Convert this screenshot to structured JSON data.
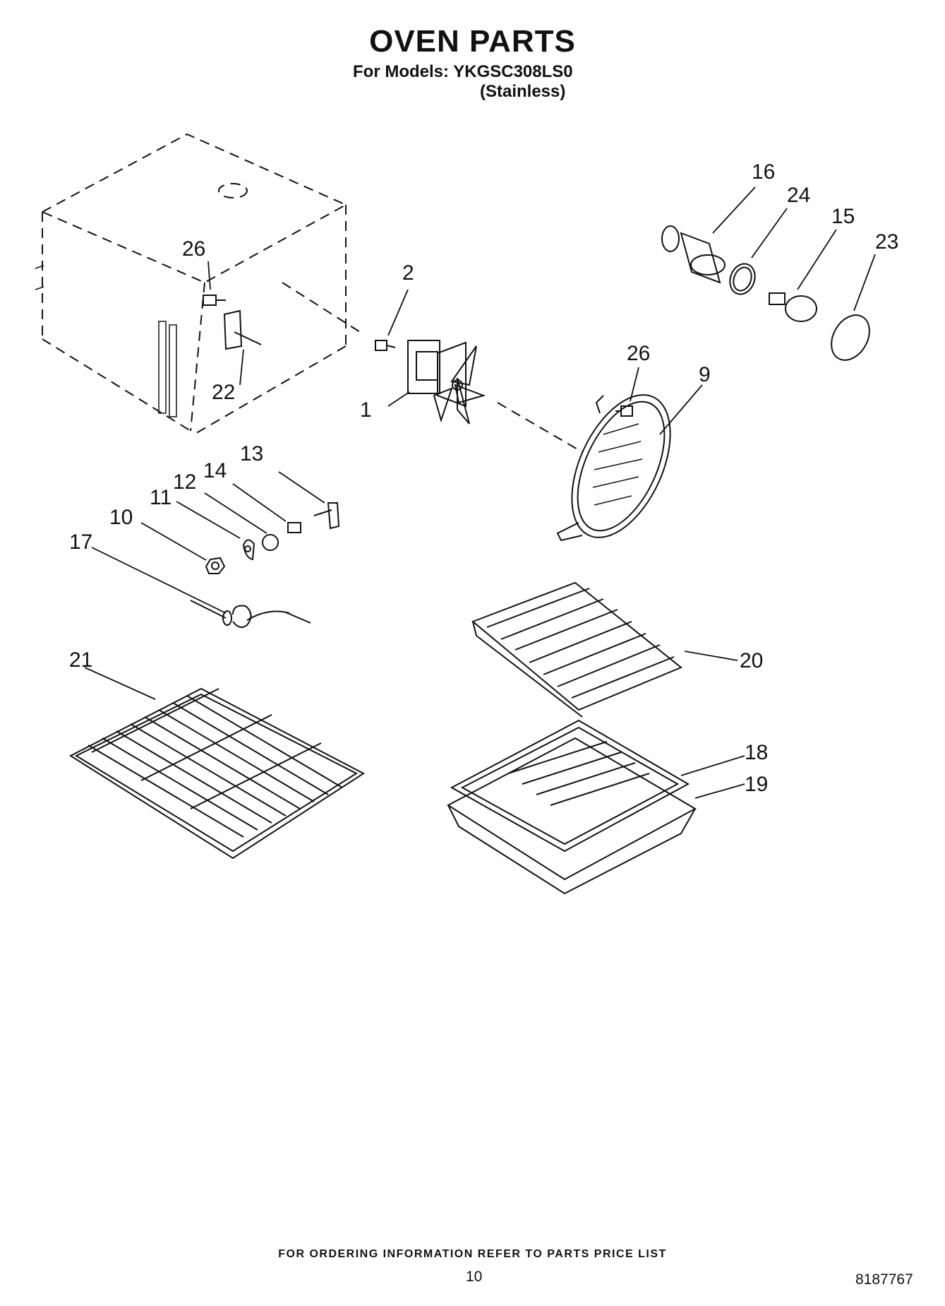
{
  "header": {
    "title": "OVEN PARTS",
    "models_line": "For Models: YKGSC308LS0",
    "variant": "(Stainless)"
  },
  "callouts": [
    "1",
    "2",
    "9",
    "10",
    "11",
    "12",
    "13",
    "14",
    "15",
    "16",
    "17",
    "18",
    "19",
    "20",
    "21",
    "22",
    "23",
    "24",
    "26",
    "26"
  ],
  "footer": {
    "ordering_note": "FOR ORDERING INFORMATION REFER TO PARTS PRICE LIST",
    "page_number": "10",
    "document_number": "8187767"
  }
}
